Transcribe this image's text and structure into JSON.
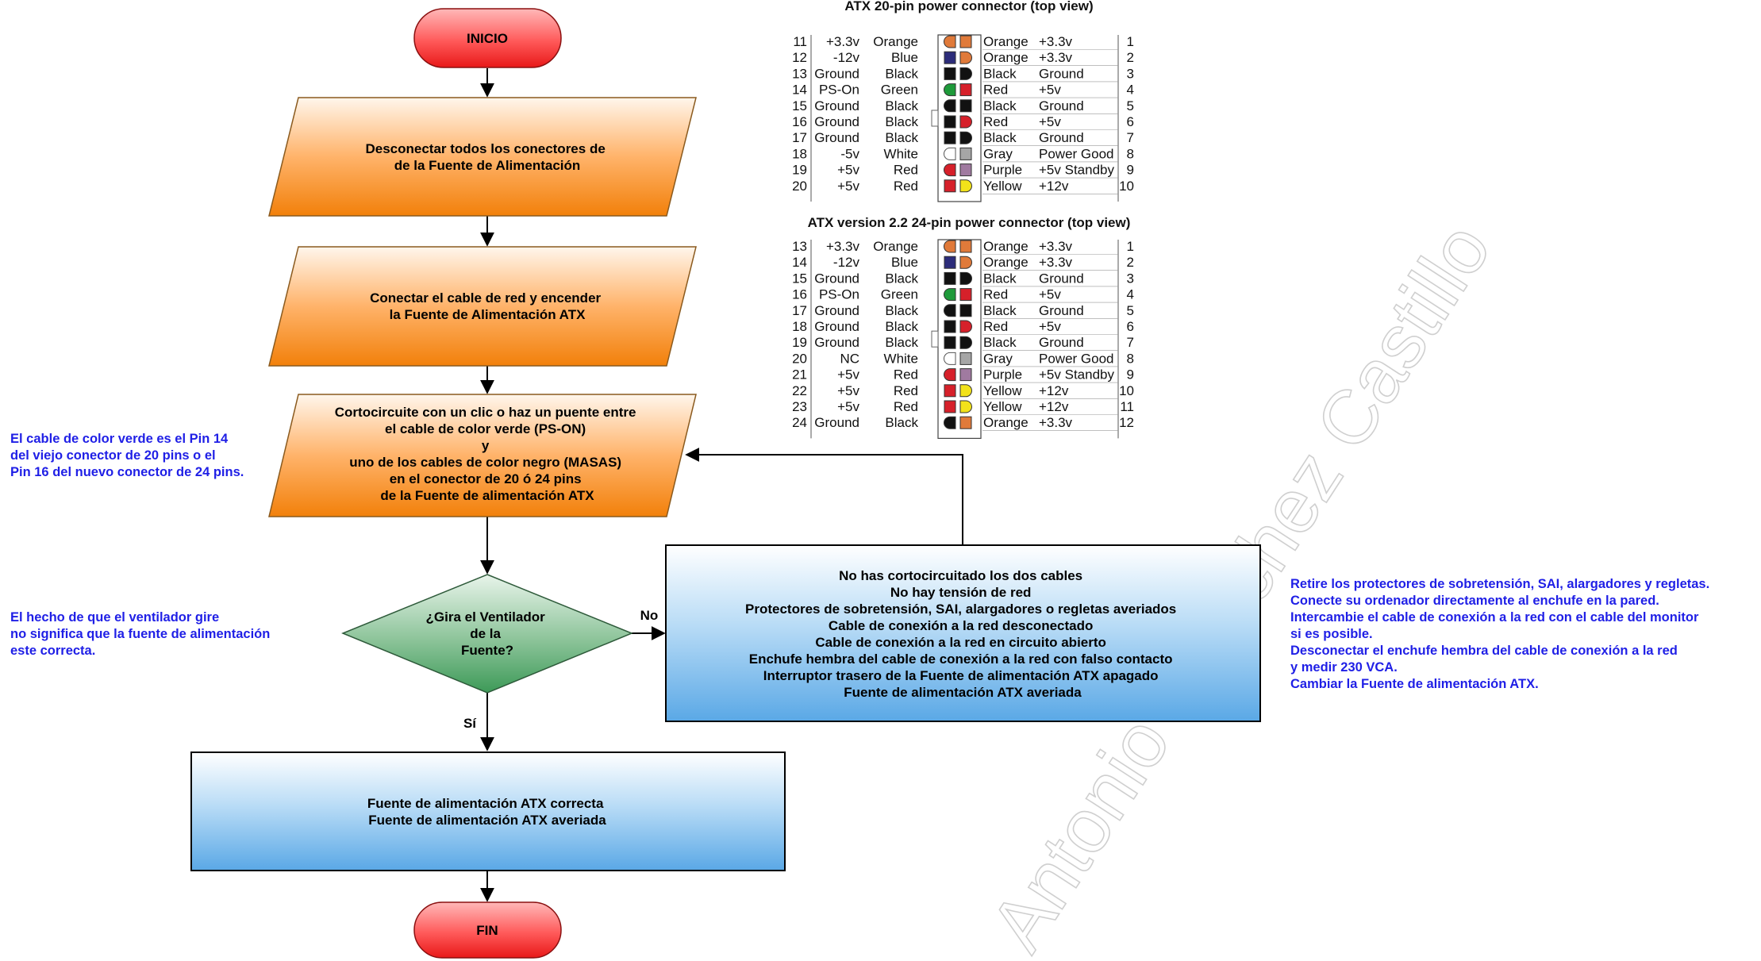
{
  "colors": {
    "Orange": "#e07a3a",
    "Blue": "#2c2c7a",
    "Black": "#111111",
    "Green": "#1e9a3a",
    "Red": "#d6202a",
    "White": "#ffffff",
    "Gray": "#a6a6a6",
    "Purple": "#a07aa0",
    "Yellow": "#f2e21a"
  },
  "flowchart": {
    "start": "INICIO",
    "end": "FIN",
    "step1": [
      "Desconectar todos los conectores de",
      "de la Fuente de Alimentación"
    ],
    "step2": [
      "Conectar el cable de red y encender",
      "la Fuente de Alimentación ATX"
    ],
    "step3": [
      "Cortocircuite con un clic o haz un puente entre",
      "el cable de color verde (PS-ON)",
      "y",
      "uno de los cables de color negro (MASAS)",
      "en el conector de 20 ó 24 pins",
      "de la Fuente de alimentación ATX"
    ],
    "decision": [
      "¿Gira el Ventilador",
      "de la",
      "Fuente?"
    ],
    "yes_label": "Sí",
    "no_label": "No",
    "no_box": [
      "No has cortocircuitado los dos cables",
      "No hay tensión de red",
      "Protectores de sobretensión, SAI, alargadores o regletas averiados",
      "Cable de conexión a la red desconectado",
      "Cable de conexión a la red en circuito abierto",
      "Enchufe hembra del cable de conexión a la red con falso contacto",
      "Interruptor trasero de la Fuente de alimentación ATX apagado",
      "Fuente de alimentación ATX averiada"
    ],
    "yes_box": [
      "Fuente de alimentación ATX correcta",
      "Fuente de alimentación ATX averiada"
    ]
  },
  "notes": {
    "green_pin": [
      "El cable de color verde es el Pin 14",
      "del viejo conector de 20 pins o el",
      "Pin 16 del nuevo conector de 24 pins."
    ],
    "fan": [
      "El hecho de que el ventilador gire",
      "no significa que la fuente de alimentación",
      "este correcta."
    ],
    "actions": [
      "Retire los protectores de sobretensión, SAI, alargadores y regletas.",
      "Conecte su ordenador directamente al enchufe en la pared.",
      "Intercambie el cable de conexión a la red con el cable del monitor",
      "si es posible.",
      "Desconectar el enchufe hembra del cable de conexión a la red",
      "y medir 230 VCA.",
      "Cambiar la Fuente de alimentación ATX."
    ]
  },
  "watermark": "Antonio Sánchez Castillo",
  "connector20": {
    "title": "ATX 20-pin power connector (top view)",
    "left": [
      {
        "n": "11",
        "sig": "+3.3v",
        "color": "Orange"
      },
      {
        "n": "12",
        "sig": "-12v",
        "color": "Blue"
      },
      {
        "n": "13",
        "sig": "Ground",
        "color": "Black"
      },
      {
        "n": "14",
        "sig": "PS-On",
        "color": "Green"
      },
      {
        "n": "15",
        "sig": "Ground",
        "color": "Black"
      },
      {
        "n": "16",
        "sig": "Ground",
        "color": "Black"
      },
      {
        "n": "17",
        "sig": "Ground",
        "color": "Black"
      },
      {
        "n": "18",
        "sig": "-5v",
        "color": "White"
      },
      {
        "n": "19",
        "sig": "+5v",
        "color": "Red"
      },
      {
        "n": "20",
        "sig": "+5v",
        "color": "Red"
      }
    ],
    "right": [
      {
        "n": "1",
        "sig": "+3.3v",
        "color": "Orange"
      },
      {
        "n": "2",
        "sig": "+3.3v",
        "color": "Orange"
      },
      {
        "n": "3",
        "sig": "Ground",
        "color": "Black"
      },
      {
        "n": "4",
        "sig": "+5v",
        "color": "Red"
      },
      {
        "n": "5",
        "sig": "Ground",
        "color": "Black"
      },
      {
        "n": "6",
        "sig": "+5v",
        "color": "Red"
      },
      {
        "n": "7",
        "sig": "Ground",
        "color": "Black"
      },
      {
        "n": "8",
        "sig": "Power Good",
        "color": "Gray"
      },
      {
        "n": "9",
        "sig": "+5v Standby",
        "color": "Purple"
      },
      {
        "n": "10",
        "sig": "+12v",
        "color": "Yellow"
      }
    ]
  },
  "connector24": {
    "title": "ATX version 2.2 24-pin power connector (top view)",
    "left": [
      {
        "n": "13",
        "sig": "+3.3v",
        "color": "Orange"
      },
      {
        "n": "14",
        "sig": "-12v",
        "color": "Blue"
      },
      {
        "n": "15",
        "sig": "Ground",
        "color": "Black"
      },
      {
        "n": "16",
        "sig": "PS-On",
        "color": "Green"
      },
      {
        "n": "17",
        "sig": "Ground",
        "color": "Black"
      },
      {
        "n": "18",
        "sig": "Ground",
        "color": "Black"
      },
      {
        "n": "19",
        "sig": "Ground",
        "color": "Black"
      },
      {
        "n": "20",
        "sig": "NC",
        "color": "White"
      },
      {
        "n": "21",
        "sig": "+5v",
        "color": "Red"
      },
      {
        "n": "22",
        "sig": "+5v",
        "color": "Red"
      },
      {
        "n": "23",
        "sig": "+5v",
        "color": "Red"
      },
      {
        "n": "24",
        "sig": "Ground",
        "color": "Black"
      }
    ],
    "right": [
      {
        "n": "1",
        "sig": "+3.3v",
        "color": "Orange"
      },
      {
        "n": "2",
        "sig": "+3.3v",
        "color": "Orange"
      },
      {
        "n": "3",
        "sig": "Ground",
        "color": "Black"
      },
      {
        "n": "4",
        "sig": "+5v",
        "color": "Red"
      },
      {
        "n": "5",
        "sig": "Ground",
        "color": "Black"
      },
      {
        "n": "6",
        "sig": "+5v",
        "color": "Red"
      },
      {
        "n": "7",
        "sig": "Ground",
        "color": "Black"
      },
      {
        "n": "8",
        "sig": "Power Good",
        "color": "Gray"
      },
      {
        "n": "9",
        "sig": "+5v Standby",
        "color": "Purple"
      },
      {
        "n": "10",
        "sig": "+12v",
        "color": "Yellow"
      },
      {
        "n": "11",
        "sig": "+12v",
        "color": "Yellow"
      },
      {
        "n": "12",
        "sig": "+3.3v",
        "color": "Orange"
      }
    ]
  }
}
